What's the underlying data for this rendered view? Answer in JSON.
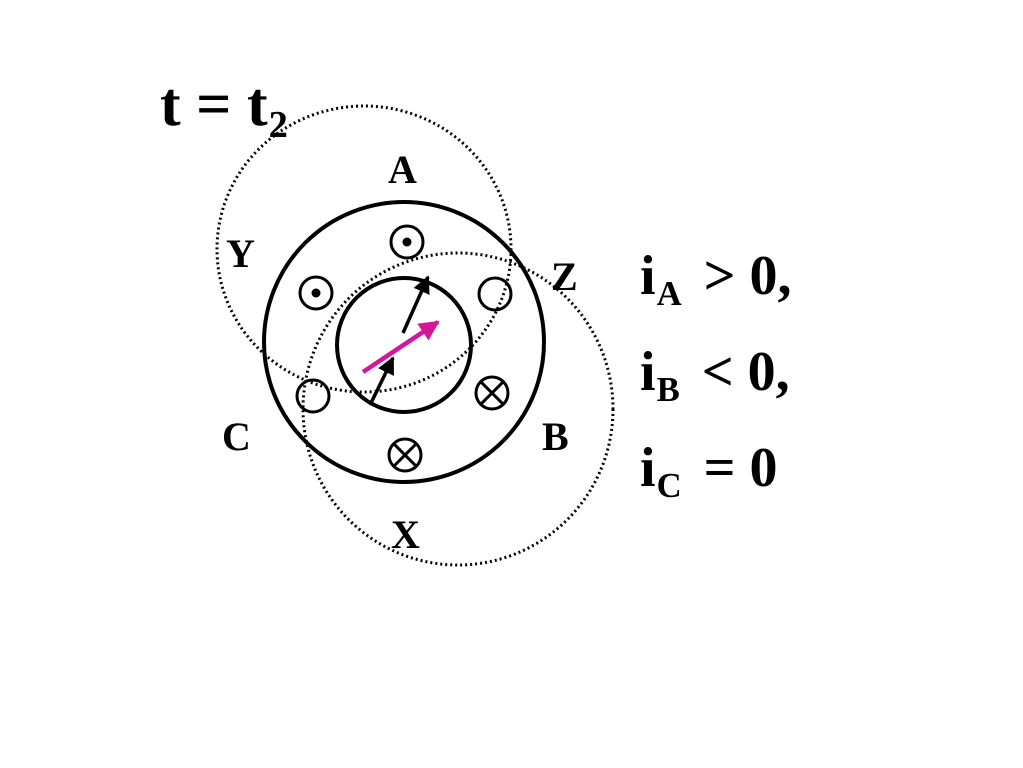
{
  "title": {
    "base": "t = t",
    "sub": "2"
  },
  "poles": {
    "a": "A",
    "y": "Y",
    "z": "Z",
    "c": "C",
    "b": "B",
    "x": "X"
  },
  "currents": [
    {
      "var": "i",
      "sub": "A",
      "rel": "> 0,"
    },
    {
      "var": "i",
      "sub": "B",
      "rel": "< 0,"
    },
    {
      "var": "i",
      "sub": "C",
      "rel": "= 0"
    }
  ],
  "colors": {
    "ink": "#000000",
    "resultant_arrow": "#d4179a"
  },
  "slots": [
    {
      "pole": "A",
      "symbol": "dot-in-circle"
    },
    {
      "pole": "Y",
      "symbol": "dot-in-circle"
    },
    {
      "pole": "Z",
      "symbol": "empty-circle"
    },
    {
      "pole": "C",
      "symbol": "empty-circle"
    },
    {
      "pole": "B",
      "symbol": "cross-in-circle"
    },
    {
      "pole": "X",
      "symbol": "cross-in-circle"
    }
  ]
}
